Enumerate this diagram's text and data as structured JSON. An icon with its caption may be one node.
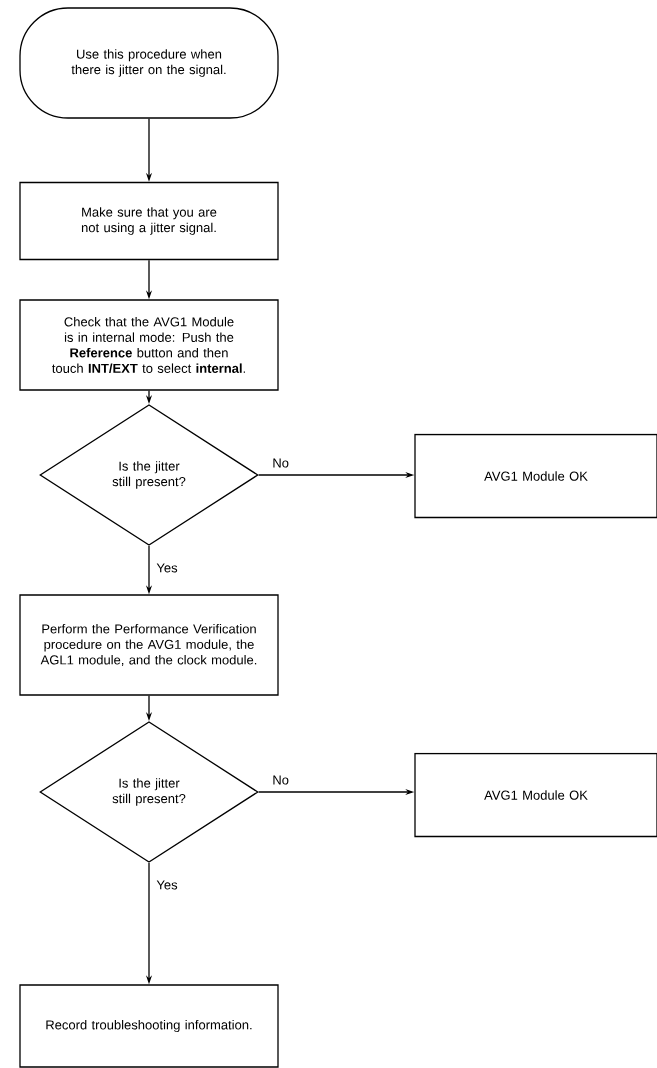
{
  "diagram": {
    "nodes": [
      {
        "text": [
          "Use this procedure when there is jitter on the signal."
        ]
      },
      {
        "text": [
          "Make sure that you are not using a jitter signal."
        ]
      },
      {
        "text": [
          "Check that the AVG1 Module is in internal mode: Push the **Reference** button and then touch **INT/EXT** to select **internal**."
        ]
      },
      {
        "text": [
          "Is the jitter still present?"
        ]
      },
      {
        "text": [
          "AVG1 Module OK"
        ]
      },
      {
        "text": [
          "Perform the Performance Verification procedure on the AVG1 module, the AGL1 module, and the clock module."
        ]
      },
      {
        "text": [
          "Is the jitter still present?"
        ]
      },
      {
        "text": [
          "AVG1 Module OK"
        ]
      },
      {
        "text": [
          "Record troubleshooting information."
        ]
      }
    ],
    "edges": [
      {
        "from": 0,
        "to": 1,
        "arrow": "to"
      },
      {
        "from": 1,
        "to": 2,
        "arrow": "to"
      },
      {
        "from": 2,
        "to": 3,
        "arrow": "to"
      },
      {
        "from": 3,
        "to": 4,
        "arrow": "to",
        "label": "No"
      },
      {
        "from": 3,
        "to": 5,
        "arrow": "to",
        "label": "Yes"
      },
      {
        "from": 5,
        "to": 6,
        "arrow": "to"
      },
      {
        "from": 6,
        "to": 7,
        "arrow": "to",
        "label": "No"
      },
      {
        "from": 6,
        "to": 8,
        "arrow": "to",
        "label": "Yes"
      }
    ]
  }
}
